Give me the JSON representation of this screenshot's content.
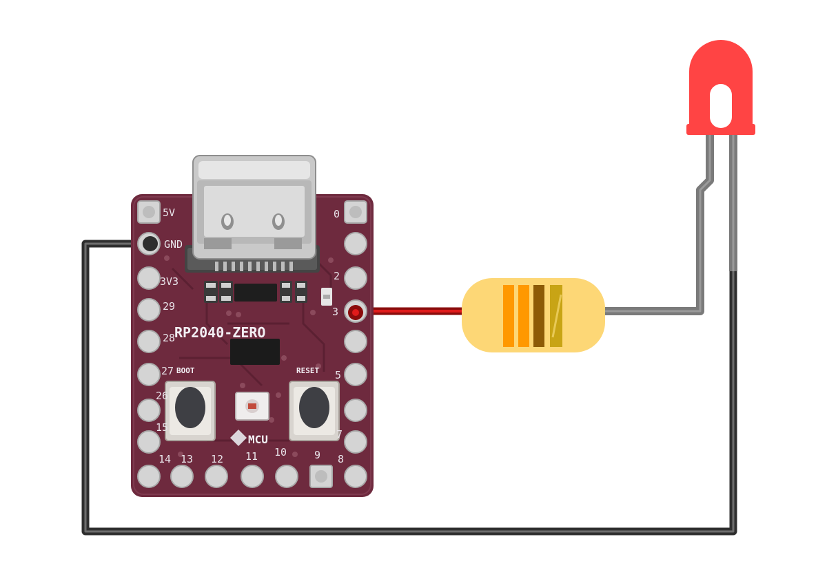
{
  "board": {
    "name": "RP2040-ZERO",
    "maker_logo": "MCU",
    "color": "#6e2a3e",
    "labels": {
      "pin_5v": "5V",
      "pin_gnd": "GND",
      "pin_3v3": "3V3",
      "pin_29": "29",
      "pin_28": "28",
      "pin_27": "27",
      "pin_26": "26",
      "pin_15": "15",
      "pin_14": "14",
      "pin_13": "13",
      "pin_12": "12",
      "pin_11": "11",
      "pin_10": "10",
      "pin_9": "9",
      "pin_8": "8",
      "pin_0": "0",
      "pin_2": "2",
      "pin_3": "3",
      "pin_5": "5",
      "pin_7": "7",
      "boot": "BOOT",
      "reset": "RESET"
    }
  },
  "resistor": {
    "body_color": "#fdd776",
    "bands": [
      "#ff9800",
      "#ff9800",
      "#8d5a06",
      "#c8a415"
    ]
  },
  "led": {
    "color": "#ff4444"
  },
  "wires": {
    "signal_color": "#cc1111",
    "ground_color": "#3a3a3a",
    "lead_color": "#7a7a7a"
  },
  "icons": [
    "usb-c-connector-icon",
    "push-button-icon",
    "rgb-led-icon",
    "resistor-icon",
    "led-icon"
  ]
}
